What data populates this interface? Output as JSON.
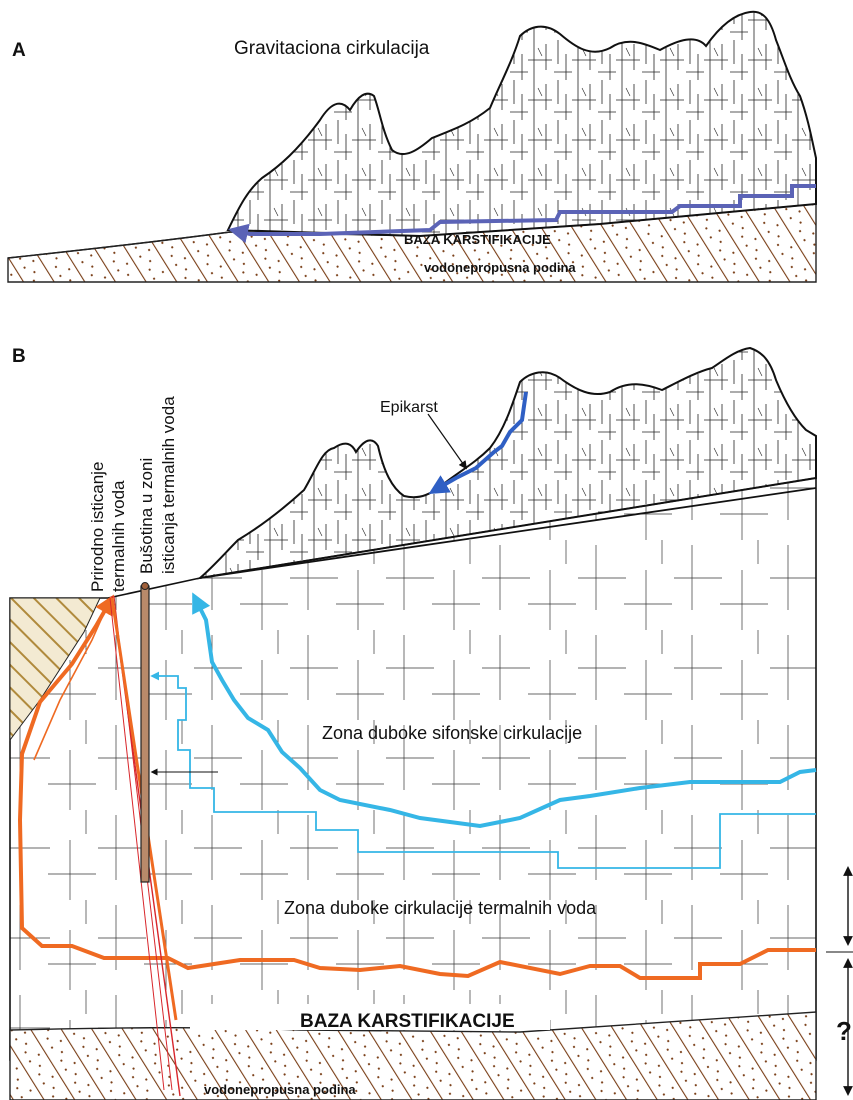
{
  "panel_a": {
    "letter": "A",
    "title": "Gravitaciona cirkulacija",
    "base_label": "BAZA KARSTIFIKACIJE",
    "floor_label": "vodonepropusna podina"
  },
  "panel_b": {
    "letter": "B",
    "spring_label_line1": "Prirodno isticanje",
    "spring_label_line2": "termalnih voda",
    "well_label_line1": "Bušotina u zoni",
    "well_label_line2": "isticanja termalnih voda",
    "epikarst_label": "Epikarst",
    "siphon_zone_label": "Zona duboke sifonske cirkulacije",
    "thermal_zone_label": "Zona duboke cirkulacije termalnih voda",
    "base_label": "BAZA KARSTIFIKACIJE",
    "floor_label": "vodonepropusna podina",
    "question_mark": "?"
  },
  "colors": {
    "gravity_flow": "#5b63b6",
    "epikarst_flow": "#2f5fc4",
    "siphon_flow": "#35b6e6",
    "thermal_flow": "#ef6a22",
    "fault": "#d8262b",
    "well": "#a0603a",
    "impermeable_floor": "#8a4a20"
  }
}
